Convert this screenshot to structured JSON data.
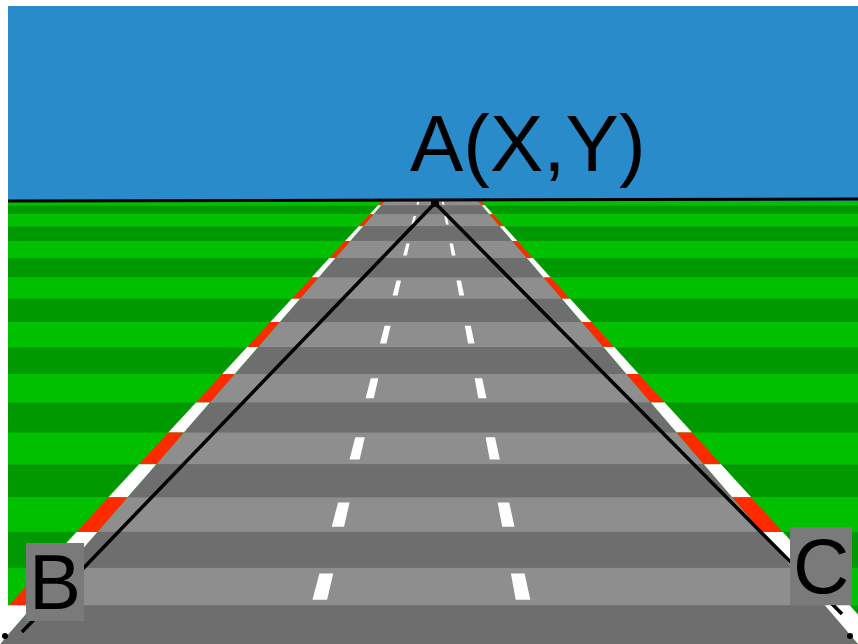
{
  "diagram": {
    "labels": [
      "A(X,Y)",
      "B",
      "C"
    ]
  }
}
